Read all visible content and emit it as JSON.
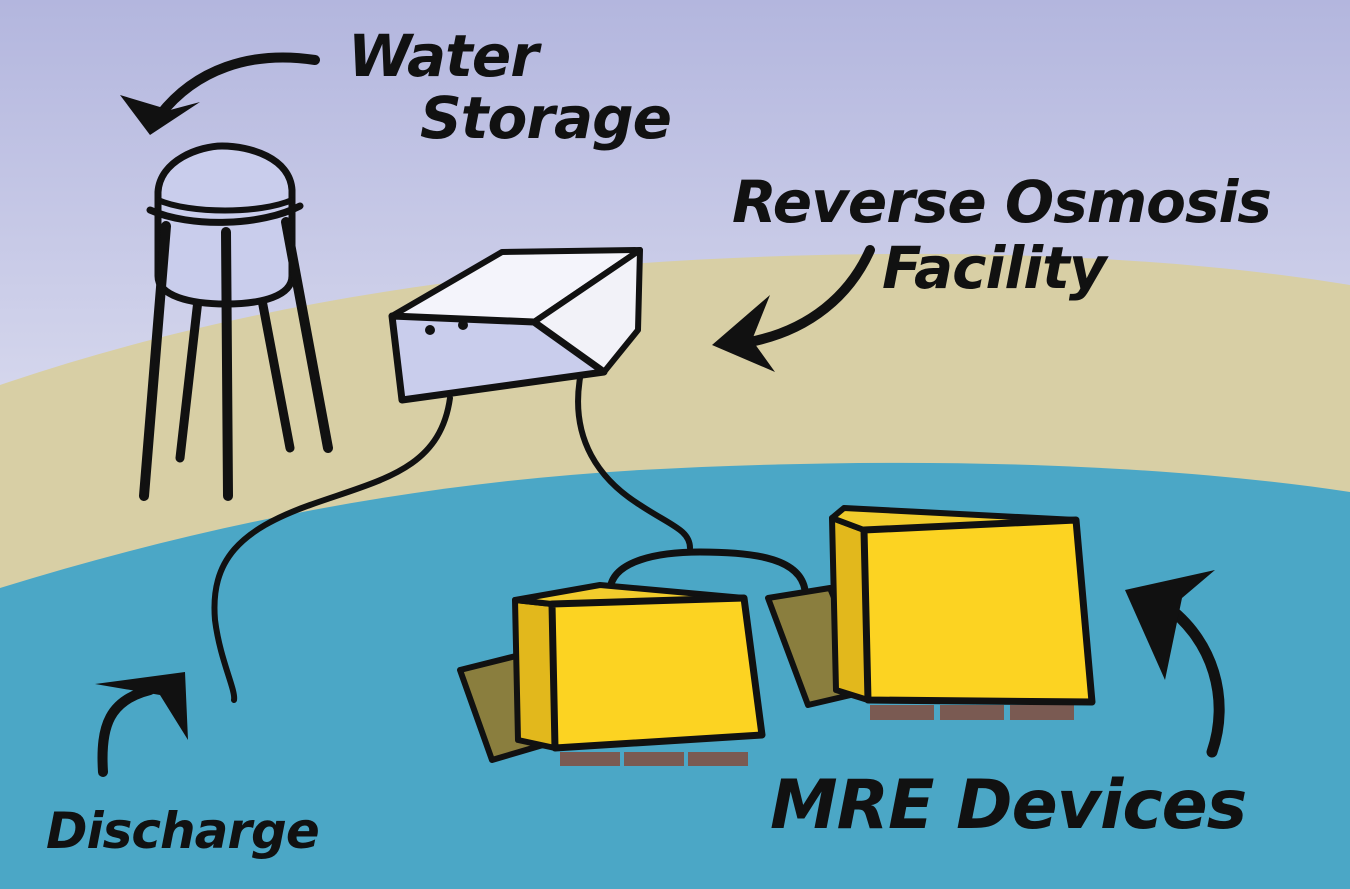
{
  "labels": {
    "water_storage_line1": "Water",
    "water_storage_line2": "Storage",
    "ro_line1": "Reverse Osmosis",
    "ro_line2": "Facility",
    "discharge": "Discharge",
    "mre_devices": "MRE Devices"
  },
  "colors": {
    "sky_top": "#b3b6de",
    "sky_bottom": "#ffffff",
    "sand": "#d8cfa5",
    "sea": "#4ba7c6",
    "tank": "#c9cdec",
    "device_yellow": "#fcd322",
    "device_shadow": "#8a7a3a",
    "ink": "#111111"
  },
  "icons": {
    "water_tower": "water-tower-icon",
    "ro_box": "facility-box-icon",
    "mre_device": "mre-device-icon",
    "arrow": "curved-arrow-icon"
  }
}
